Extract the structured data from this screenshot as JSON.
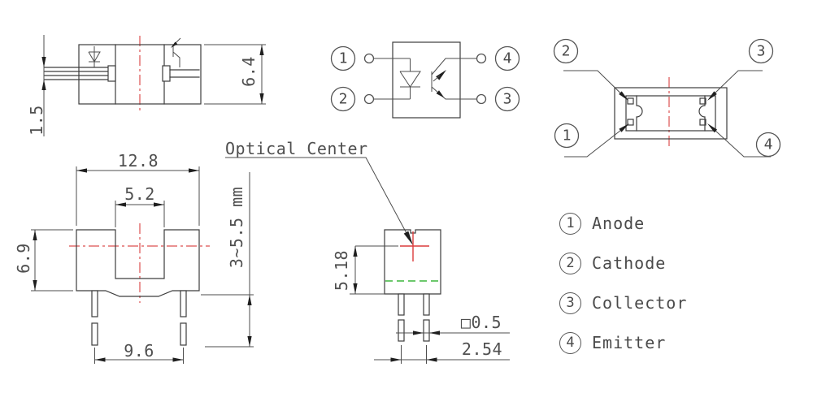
{
  "colors": {
    "line": "#3d3d3d",
    "dimension_text": "#4f4f4f",
    "centerline_red": "#dc4f4f",
    "optical_axis_green": "#58c158"
  },
  "side_view_top": {
    "dim_lead_thickness": "1.5",
    "dim_height": "6.4"
  },
  "schematic": {
    "pin_1": "1",
    "pin_2": "2",
    "pin_3": "3",
    "pin_4": "4"
  },
  "bottom_view": {
    "pin_1": "1",
    "pin_2": "2",
    "pin_3": "3",
    "pin_4": "4"
  },
  "front_view": {
    "dim_width": "12.8",
    "dim_slot_width": "5.2",
    "dim_height": "6.9",
    "dim_lead_span": "9.6",
    "dim_lead_length": "3~5.5 mm"
  },
  "side_view": {
    "callout": "Optical Center",
    "dim_optical_center": "5.18",
    "dim_lead_square": "□0.5",
    "dim_lead_pitch": "2.54"
  },
  "legend": {
    "items": [
      {
        "num": "1",
        "label": "Anode"
      },
      {
        "num": "2",
        "label": "Cathode"
      },
      {
        "num": "3",
        "label": "Collector"
      },
      {
        "num": "4",
        "label": "Emitter"
      }
    ]
  }
}
